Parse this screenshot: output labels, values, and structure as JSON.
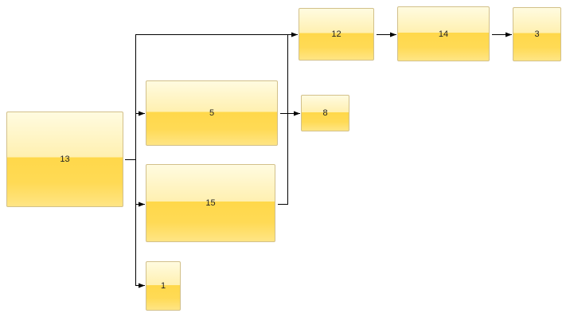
{
  "nodes": {
    "n13": "13",
    "n5": "5",
    "n15": "15",
    "n1": "1",
    "n12": "12",
    "n8": "8",
    "n14": "14",
    "n3": "3"
  },
  "edges": [
    {
      "from": "13",
      "to": "12"
    },
    {
      "from": "13",
      "to": "5"
    },
    {
      "from": "13",
      "to": "15"
    },
    {
      "from": "13",
      "to": "1"
    },
    {
      "from": "5",
      "to": "8"
    },
    {
      "from": "15",
      "to": "12"
    },
    {
      "from": "12",
      "to": "14"
    },
    {
      "from": "14",
      "to": "3"
    }
  ],
  "colors": {
    "node_top": "#fffbe0",
    "node_bottom": "#ffd84a",
    "border": "#d2c08a",
    "edge": "#000000"
  }
}
